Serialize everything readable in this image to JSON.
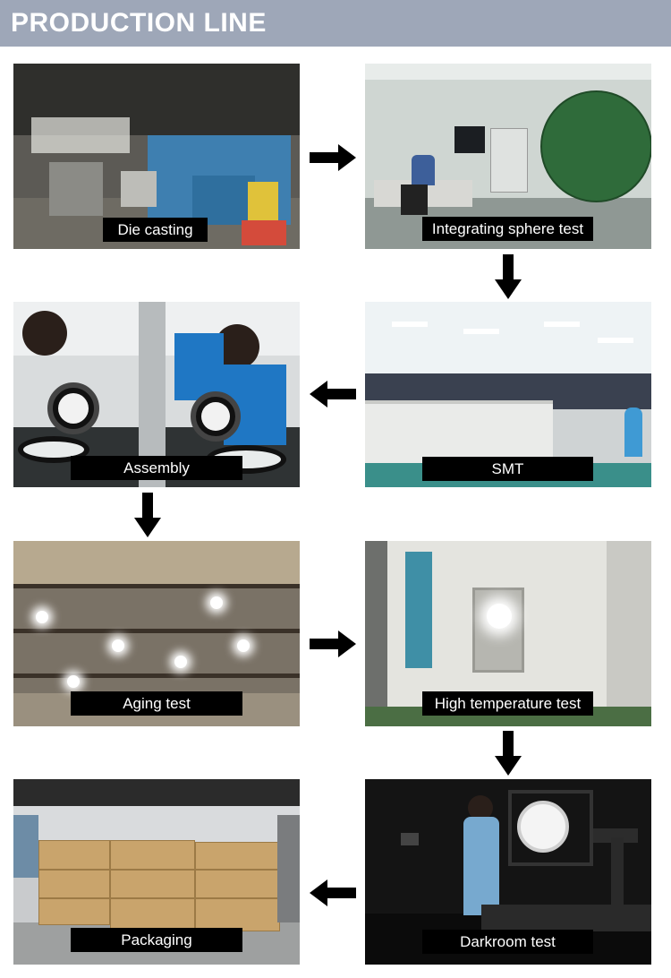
{
  "header": {
    "title": "PRODUCTION LINE"
  },
  "steps": [
    {
      "label": "Die casting"
    },
    {
      "label": "Integrating sphere test"
    },
    {
      "label": "Assembly"
    },
    {
      "label": "SMT"
    },
    {
      "label": "Aging test"
    },
    {
      "label": "High temperature test"
    },
    {
      "label": "Packaging"
    },
    {
      "label": "Darkroom test"
    }
  ],
  "colors": {
    "banner": "#9ea7b8",
    "caption_bg": "#000000",
    "caption_text": "#ffffff",
    "arrow": "#000000"
  }
}
